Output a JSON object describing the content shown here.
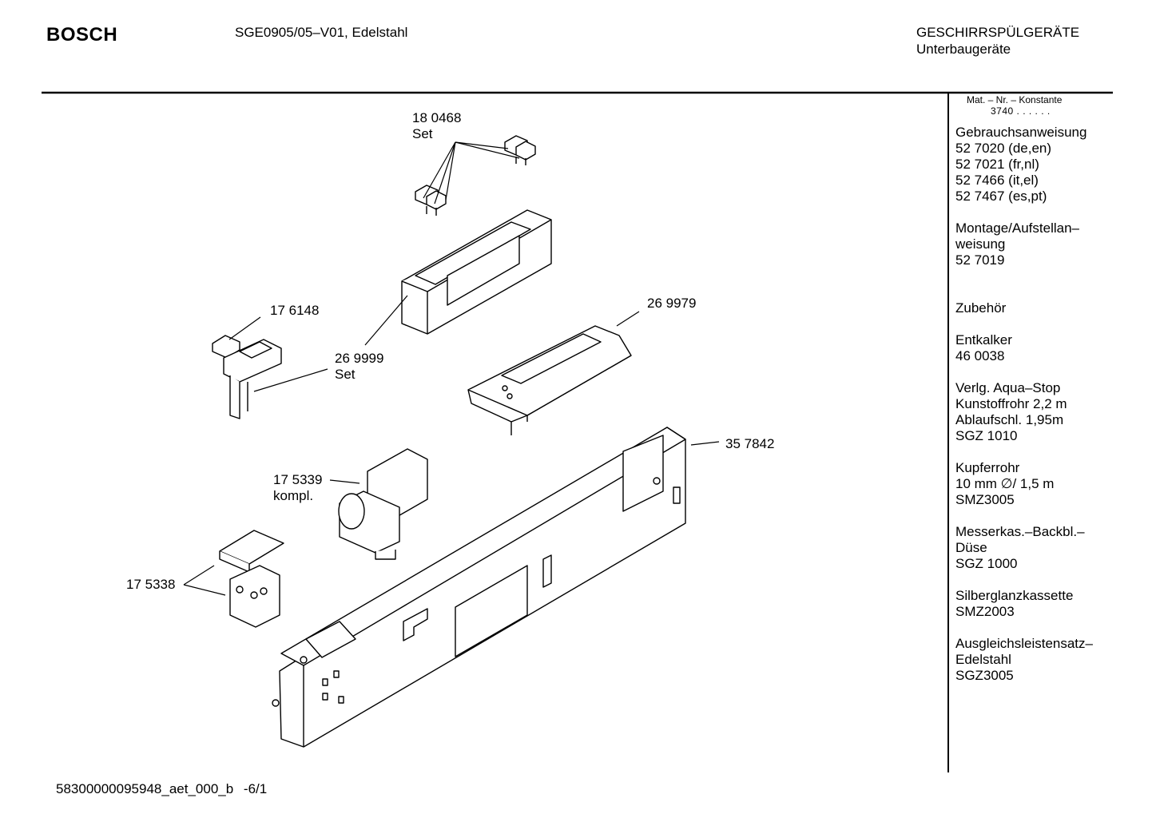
{
  "header": {
    "brand": "BOSCH",
    "model": "SGE0905/05–V01, Edelstahl",
    "category_line1": "GESCHIRRSPÜLGERÄTE",
    "category_line2": "Unterbaugeräte"
  },
  "parts": [
    {
      "number": "18 0468",
      "note": "Set"
    },
    {
      "number": "17 6148",
      "note": ""
    },
    {
      "number": "26 9999",
      "note": "Set"
    },
    {
      "number": "26 9979",
      "note": ""
    },
    {
      "number": "35 7842",
      "note": ""
    },
    {
      "number": "17 5339",
      "note": "kompl."
    },
    {
      "number": "17 5338",
      "note": ""
    }
  ],
  "sidebar": {
    "header_line1": "Mat. – Nr. – Konstante",
    "header_line2": "3740  .  .  .  .  .  .",
    "groups": [
      {
        "lines": [
          "Gebrauchsanweisung",
          "52 7020 (de,en)",
          "52 7021 (fr,nl)",
          "52 7466 (it,el)",
          "52 7467 (es,pt)"
        ]
      },
      {
        "lines": [
          "Montage/Aufstellan–",
          "weisung",
          "52 7019"
        ]
      },
      {
        "lines": [
          "",
          "Zubehör"
        ]
      },
      {
        "lines": [
          "Entkalker",
          "46 0038"
        ]
      },
      {
        "lines": [
          "Verlg. Aqua–Stop",
          "Kunstoffrohr 2,2 m",
          "Ablaufschl. 1,95m",
          "SGZ 1010"
        ]
      },
      {
        "lines": [
          "Kupferrohr",
          "10 mm ∅/ 1,5 m",
          "SMZ3005"
        ]
      },
      {
        "lines": [
          "Messerkas.–Backbl.–",
          "Düse",
          "SGZ 1000"
        ]
      },
      {
        "lines": [
          "Silberglanzkassette",
          "SMZ2003"
        ]
      },
      {
        "lines": [
          "Ausgleichsleistensatz–",
          "Edelstahl",
          "SGZ3005"
        ]
      }
    ]
  },
  "footer": {
    "doc_id": "58300000095948_aet_000_b",
    "page": "-6/1"
  }
}
